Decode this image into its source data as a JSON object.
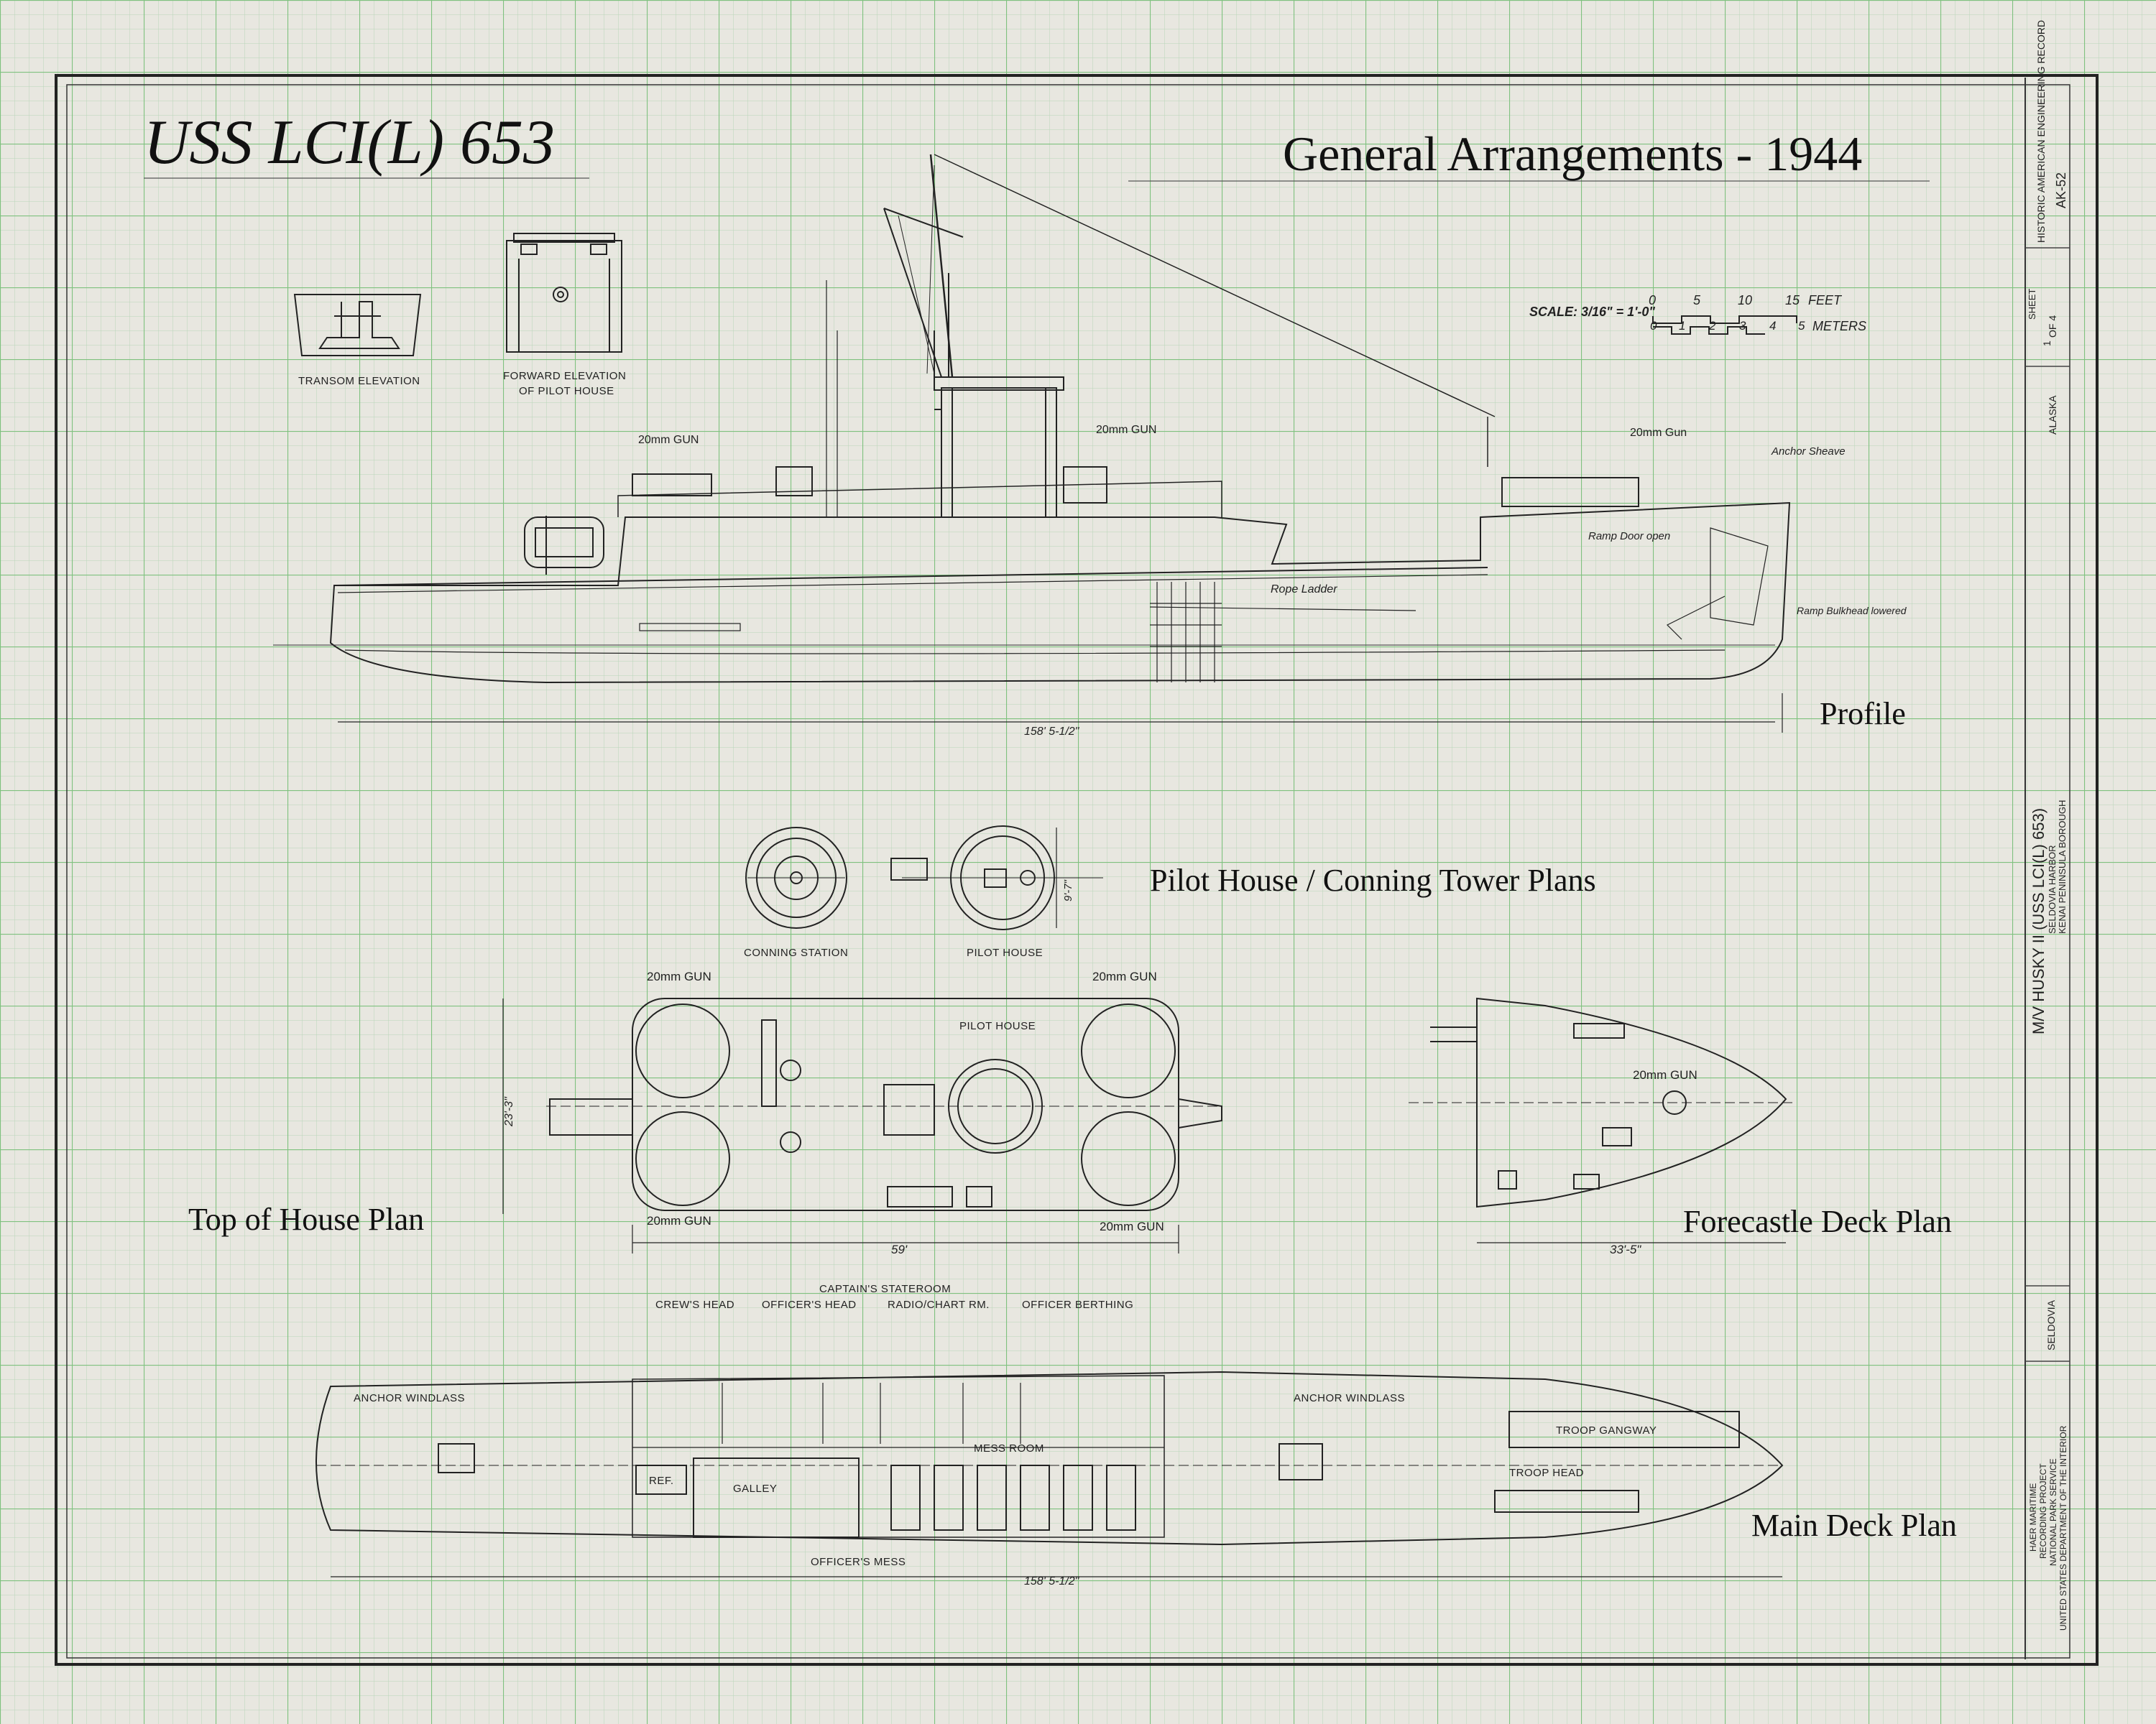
{
  "sheet": {
    "title": "USS LCI(L) 653",
    "subtitle": "General Arrangements - 1944",
    "scale": {
      "label": "SCALE: 3/16\" = 1'-0\"",
      "feet_ticks": [
        "0",
        "5",
        "10",
        "15"
      ],
      "feet_unit": "FEET",
      "meter_ticks": [
        "0",
        "1",
        "2",
        "3",
        "4",
        "5"
      ],
      "meter_unit": "METERS"
    }
  },
  "elevations": {
    "transom": "TRANSOM ELEVATION",
    "pilot_house_line1": "FORWARD ELEVATION",
    "pilot_house_line2": "OF PILOT HOUSE"
  },
  "profile": {
    "title": "Profile",
    "gun_aft": "20mm GUN",
    "gun_mid": "20mm GUN",
    "gun_fwd": "20mm Gun",
    "anchor_sheave": "Anchor Sheave",
    "ramp_door": "Ramp Door open",
    "ramp_bulkhead": "Ramp Bulkhead lowered",
    "rope_ladder": "Rope Ladder",
    "length": "158' 5-1/2\""
  },
  "pilot_plans": {
    "title": "Pilot House / Conning Tower Plans",
    "conning": "CONNING STATION",
    "pilot": "PILOT HOUSE",
    "dim": "9'-7\""
  },
  "top_house": {
    "title": "Top of House Plan",
    "gun_tl": "20mm GUN",
    "gun_tr": "20mm GUN",
    "gun_bl": "20mm GUN",
    "gun_br": "20mm GUN",
    "pilot_house": "PILOT HOUSE",
    "width_dim": "23'-3\"",
    "length_dim": "59'"
  },
  "forecastle": {
    "title": "Forecastle Deck Plan",
    "gun": "20mm GUN",
    "length_dim": "33'-5\""
  },
  "main_deck": {
    "title": "Main Deck Plan",
    "crews_head": "CREW'S HEAD",
    "officers_head": "OFFICER'S HEAD",
    "captains": "CAPTAIN'S STATEROOM",
    "radio": "RADIO/CHART RM.",
    "berthing": "OFFICER BERTHING",
    "windlass_aft": "ANCHOR WINDLASS",
    "windlass_fwd": "ANCHOR WINDLASS",
    "mess_room": "MESS ROOM",
    "ref": "REF.",
    "galley": "GALLEY",
    "officers_mess": "OFFICER'S MESS",
    "troop_gangway": "TROOP GANGWAY",
    "troop_head": "TROOP HEAD",
    "length_dim": "158' 5-1/2\""
  },
  "title_block": {
    "record": "HISTORIC AMERICAN ENGINEERING RECORD",
    "record_no": "AK-52",
    "sheet_label": "SHEET",
    "sheet_num": "1",
    "sheet_of": "OF 4",
    "state": "ALASKA",
    "vessel": "M/V HUSKY II (USS LCI(L) 653)",
    "location_line1": "SELDOVIA HARBOR",
    "location_line2": "KENAI PENINSULA BOROUGH",
    "town": "SELDOVIA",
    "agency_line1": "HAER MARITIME",
    "agency_line2": "RECORDING PROJECT",
    "agency_line3": "NATIONAL PARK SERVICE",
    "agency_line4": "UNITED STATES DEPARTMENT OF THE INTERIOR"
  }
}
